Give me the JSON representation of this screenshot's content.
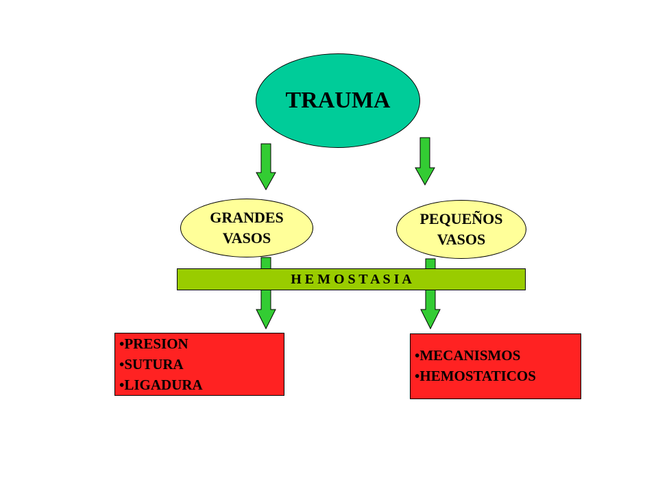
{
  "nodes": {
    "trauma": "TRAUMA",
    "grandes": [
      "GRANDES",
      "VASOS"
    ],
    "pequenos": [
      "PEQUEÑOS",
      "VASOS"
    ],
    "hemostasia": "H E M O S T A S I A"
  },
  "left_box": {
    "items": [
      "PRESION",
      "SUTURA",
      "LIGADURA"
    ]
  },
  "right_box": {
    "items": [
      "MECANISMOS",
      "HEMOSTATICOS"
    ]
  },
  "colors": {
    "trauma_fill": "#00cc99",
    "vessel_fill": "#ffff99",
    "band_fill": "#99cc00",
    "box_fill": "#ff2222",
    "arrow_fill": "#33cc33"
  }
}
